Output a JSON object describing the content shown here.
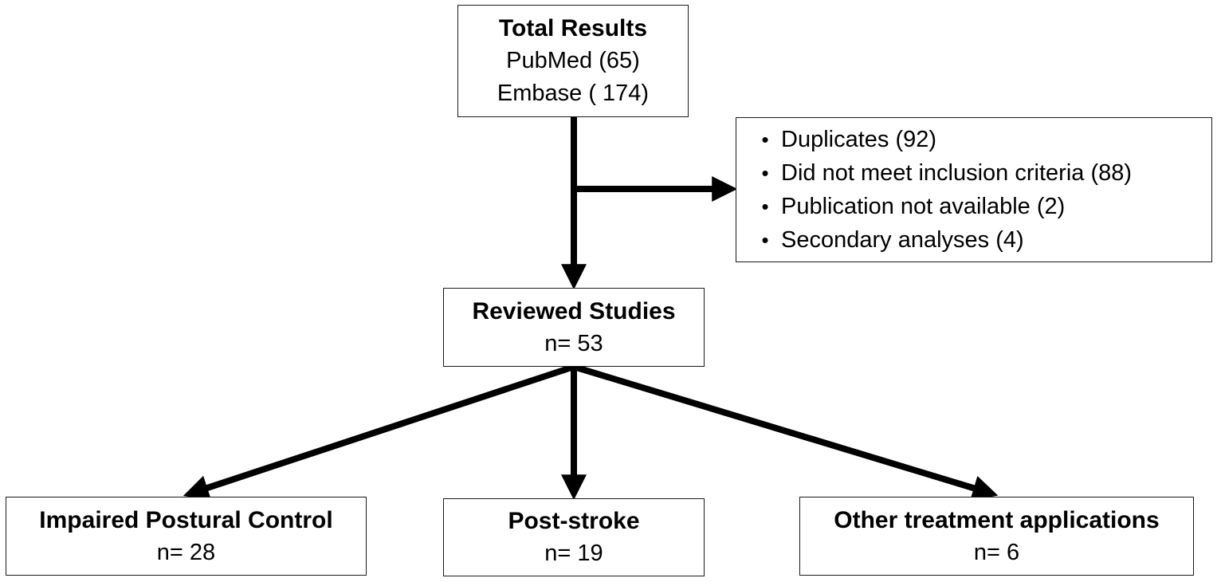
{
  "boxes": {
    "total": {
      "title": "Total Results",
      "lines": [
        "PubMed (65)",
        "Embase ( 174)"
      ]
    },
    "excluded": {
      "items": [
        "Duplicates (92)",
        "Did not meet inclusion criteria (88)",
        "Publication not available (2)",
        "Secondary analyses (4)"
      ]
    },
    "reviewed": {
      "title": "Reviewed Studies",
      "count": "n= 53"
    },
    "impaired_postural_control": {
      "title": "Impaired Postural Control",
      "count": "n= 28"
    },
    "post_stroke": {
      "title": "Post-stroke",
      "count": "n= 19"
    },
    "other_treatment": {
      "title": "Other treatment applications",
      "count": "n= 6"
    }
  },
  "colors": {
    "arrow": "#000000",
    "border": "#1a1a1a",
    "background": "#ffffff"
  },
  "bullet_glyph": "•"
}
